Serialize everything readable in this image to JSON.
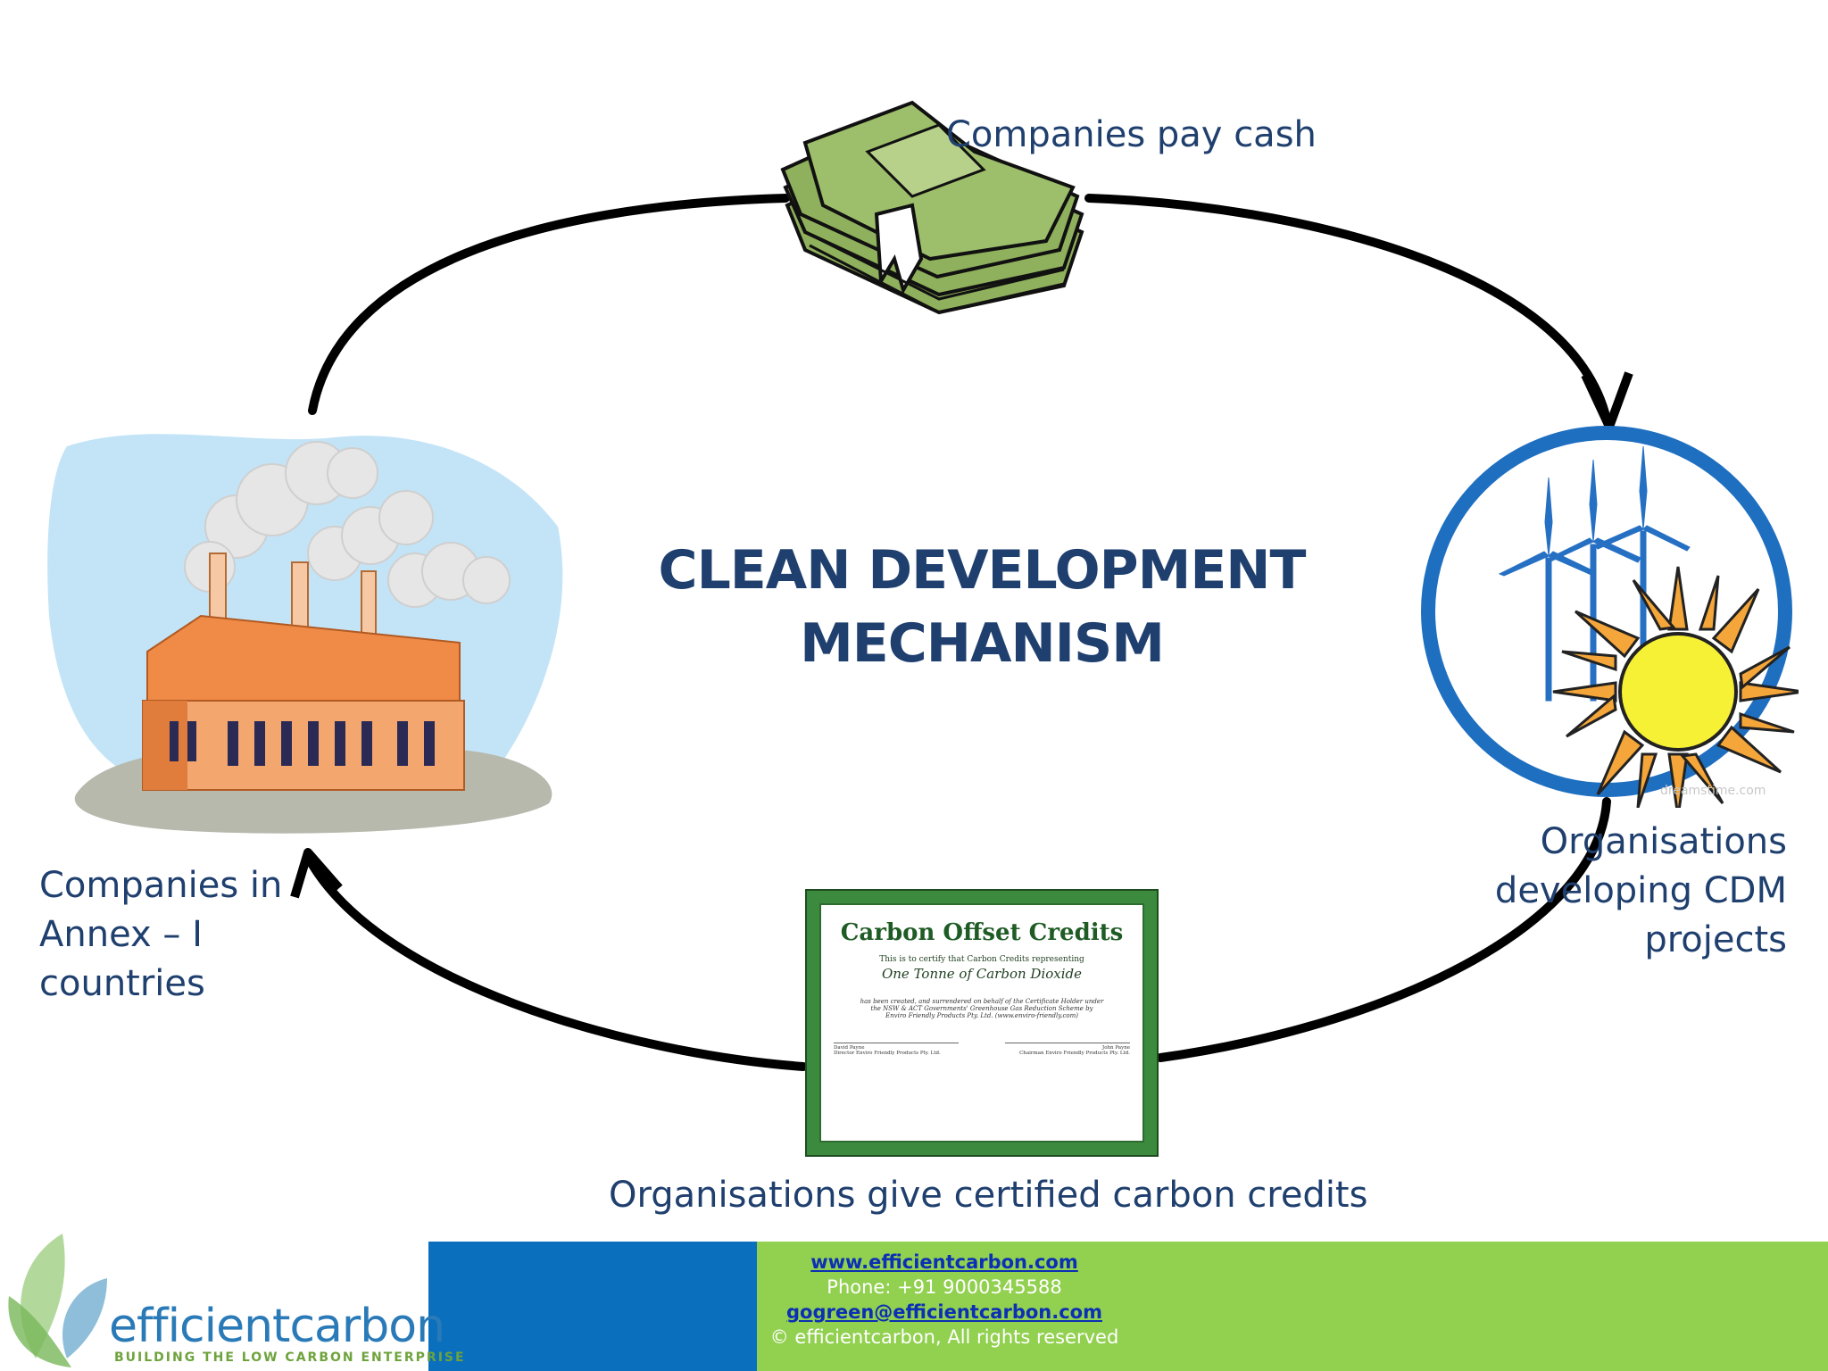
{
  "title": {
    "line1": "CLEAN DEVELOPMENT",
    "line2": "MECHANISM"
  },
  "labels": {
    "top": "Companies pay cash",
    "left": [
      "Companies in",
      "Annex – I",
      "countries"
    ],
    "right": [
      "Organisations",
      "developing CDM",
      "projects"
    ],
    "bottom": "Organisations give certified carbon credits"
  },
  "certificate": {
    "heading": "Carbon Offset Credits",
    "line1": "This is to certify that Carbon Credits representing",
    "line2": "One Tonne of Carbon Dioxide",
    "body": [
      "has been created, and surrendered on behalf of the Certificate Holder under",
      "the NSW & ACT Governments' Greenhouse Gas Reduction Scheme by",
      "Enviro Friendly Products Pty. Ltd. (www.enviro-friendly.com)"
    ],
    "sig_left": [
      "David Payne",
      "Director Enviro Friendly Products Pty. Ltd."
    ],
    "sig_right": [
      "John Payne",
      "Chairman Enviro Friendly Products Pty. Ltd."
    ]
  },
  "watermark": "dreamstime.com",
  "footer": {
    "website": "www.efficientcarbon.com",
    "phone": "Phone: +91 9000345588",
    "email": "gogreen@efficientcarbon.com",
    "copyright": "© efficientcarbon, All rights reserved"
  },
  "logo": {
    "name_part1": "efficient",
    "name_part2": "carbon",
    "tagline": "BUILDING THE LOW CARBON ENTERPRISE"
  },
  "icons": [
    "money-stack-icon",
    "factory-icon",
    "wind-solar-icon",
    "certificate-icon",
    "leaf-logo-icon"
  ],
  "colors": {
    "text": "#1f3f6e",
    "footer_blue": "#0a6fbd",
    "footer_green": "#92d050"
  }
}
